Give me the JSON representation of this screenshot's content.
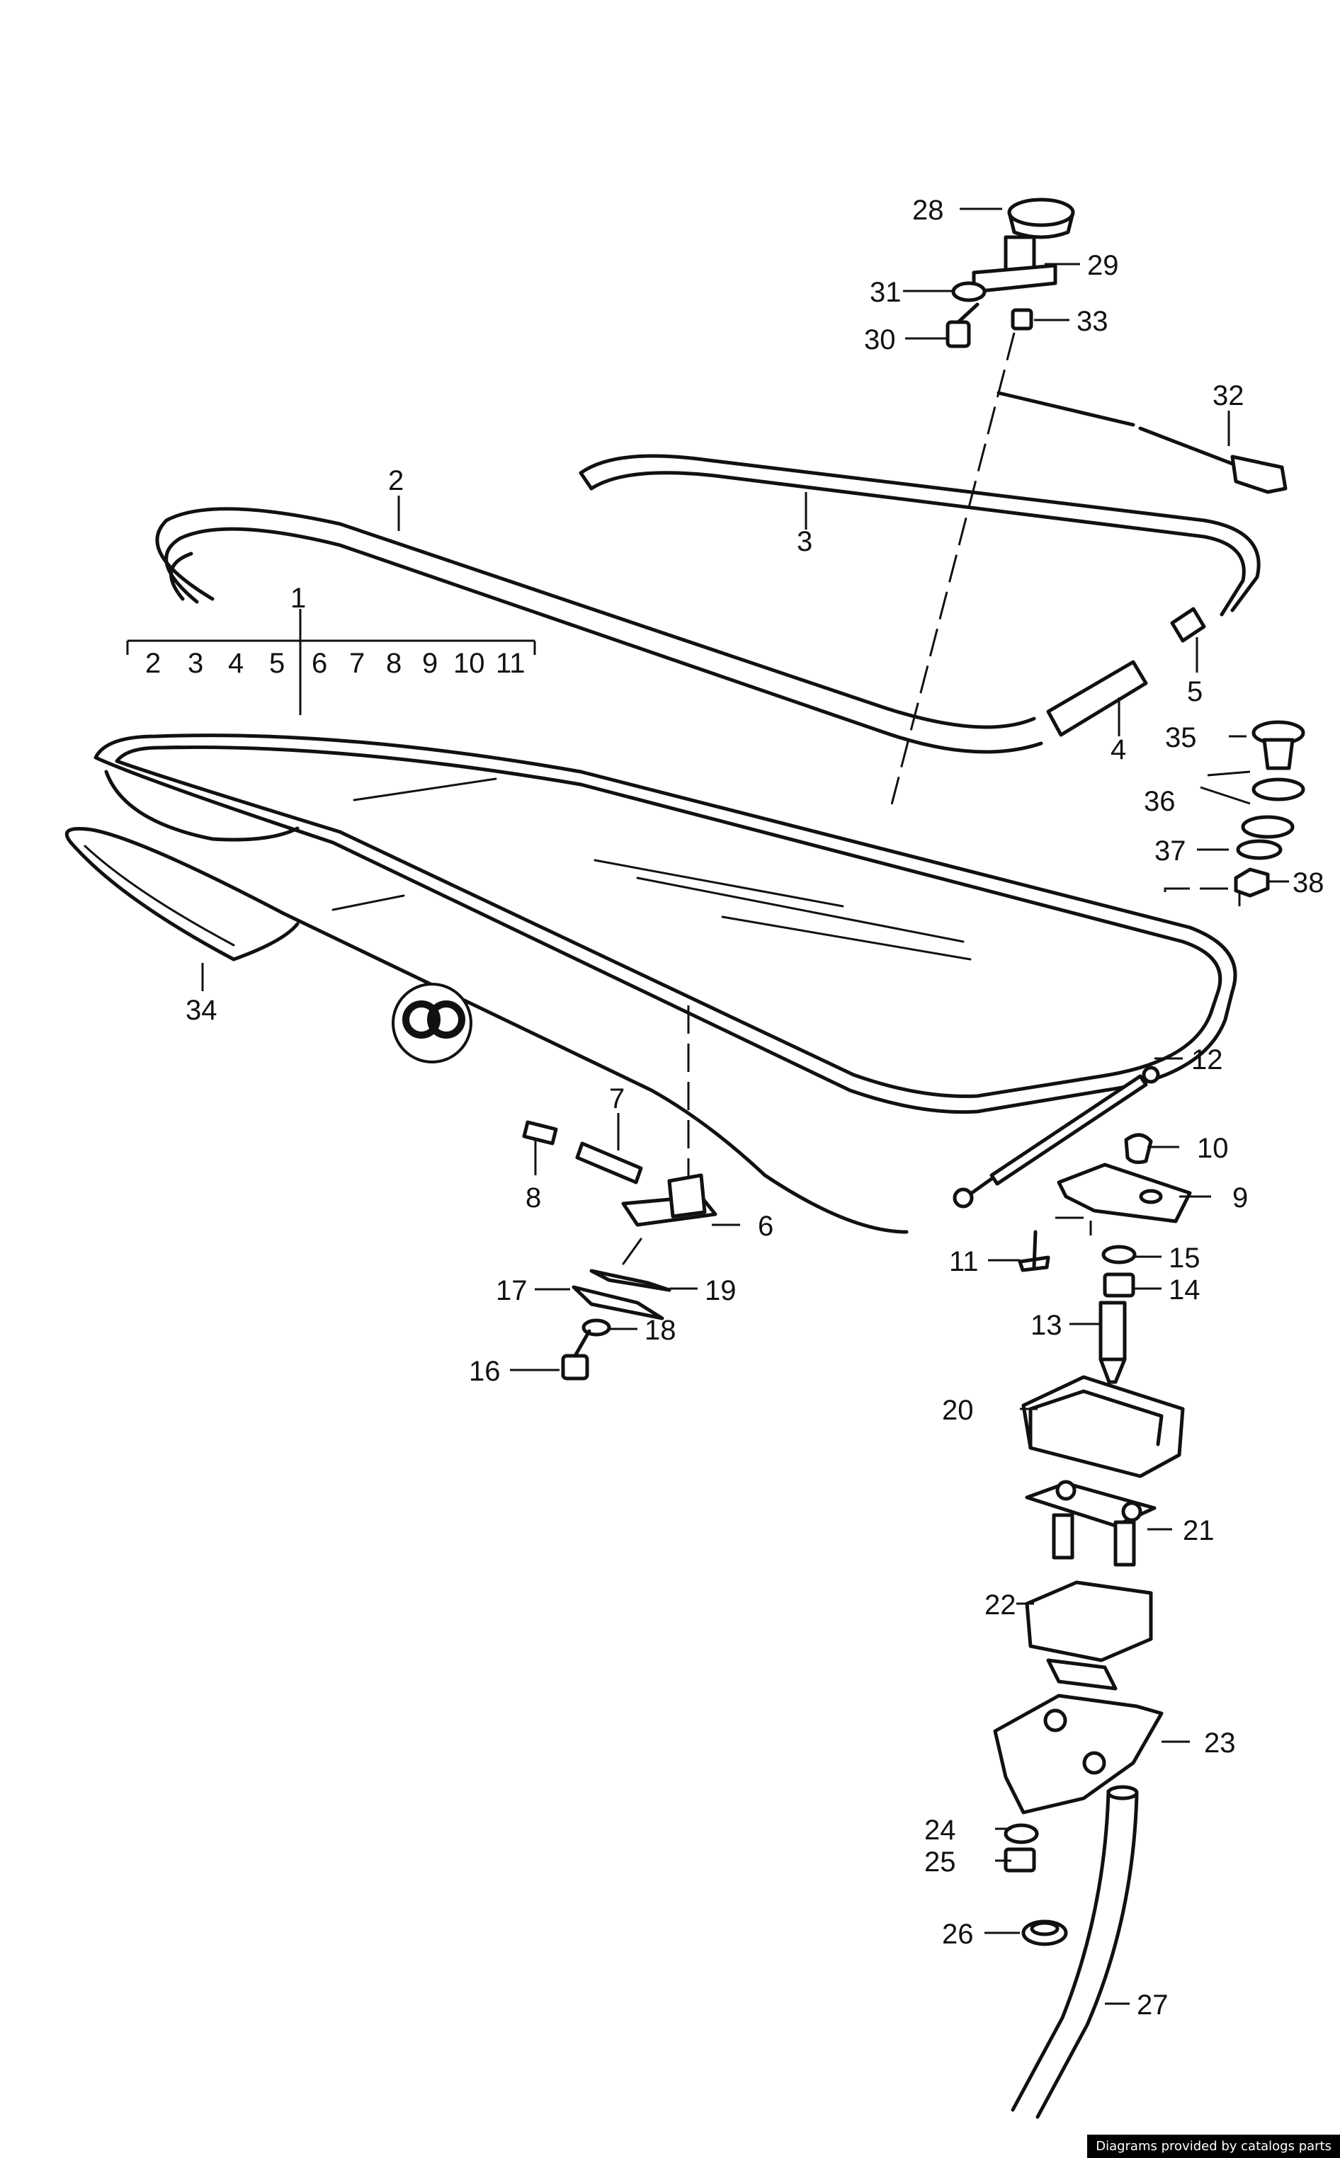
{
  "diagram": {
    "callouts": [
      {
        "id": "c1",
        "text": "1"
      },
      {
        "id": "c2",
        "text": "2"
      },
      {
        "id": "c3",
        "text": "3"
      },
      {
        "id": "c4",
        "text": "4"
      },
      {
        "id": "c5",
        "text": "5"
      },
      {
        "id": "c6",
        "text": "6"
      },
      {
        "id": "c7",
        "text": "7"
      },
      {
        "id": "c8",
        "text": "8"
      },
      {
        "id": "c9",
        "text": "9"
      },
      {
        "id": "c10",
        "text": "10"
      },
      {
        "id": "c11",
        "text": "11"
      },
      {
        "id": "c12",
        "text": "12"
      },
      {
        "id": "c13",
        "text": "13"
      },
      {
        "id": "c14",
        "text": "14"
      },
      {
        "id": "c15",
        "text": "15"
      },
      {
        "id": "c16",
        "text": "16"
      },
      {
        "id": "c17",
        "text": "17"
      },
      {
        "id": "c18",
        "text": "18"
      },
      {
        "id": "c19",
        "text": "19"
      },
      {
        "id": "c20",
        "text": "20"
      },
      {
        "id": "c21",
        "text": "21"
      },
      {
        "id": "c22",
        "text": "22"
      },
      {
        "id": "c23",
        "text": "23"
      },
      {
        "id": "c24",
        "text": "24"
      },
      {
        "id": "c25",
        "text": "25"
      },
      {
        "id": "c26",
        "text": "26"
      },
      {
        "id": "c27",
        "text": "27"
      },
      {
        "id": "c28",
        "text": "28"
      },
      {
        "id": "c29",
        "text": "29"
      },
      {
        "id": "c30",
        "text": "30"
      },
      {
        "id": "c31",
        "text": "31"
      },
      {
        "id": "c32",
        "text": "32"
      },
      {
        "id": "c33",
        "text": "33"
      },
      {
        "id": "c34",
        "text": "34"
      },
      {
        "id": "c35",
        "text": "35"
      },
      {
        "id": "c36",
        "text": "36"
      },
      {
        "id": "c37",
        "text": "37"
      },
      {
        "id": "c38",
        "text": "38"
      }
    ],
    "bracket_items": [
      "2",
      "3",
      "4",
      "5",
      "6",
      "7",
      "8",
      "9",
      "10",
      "11"
    ]
  },
  "footer": {
    "credit": "Diagrams provided by catalogs parts"
  }
}
